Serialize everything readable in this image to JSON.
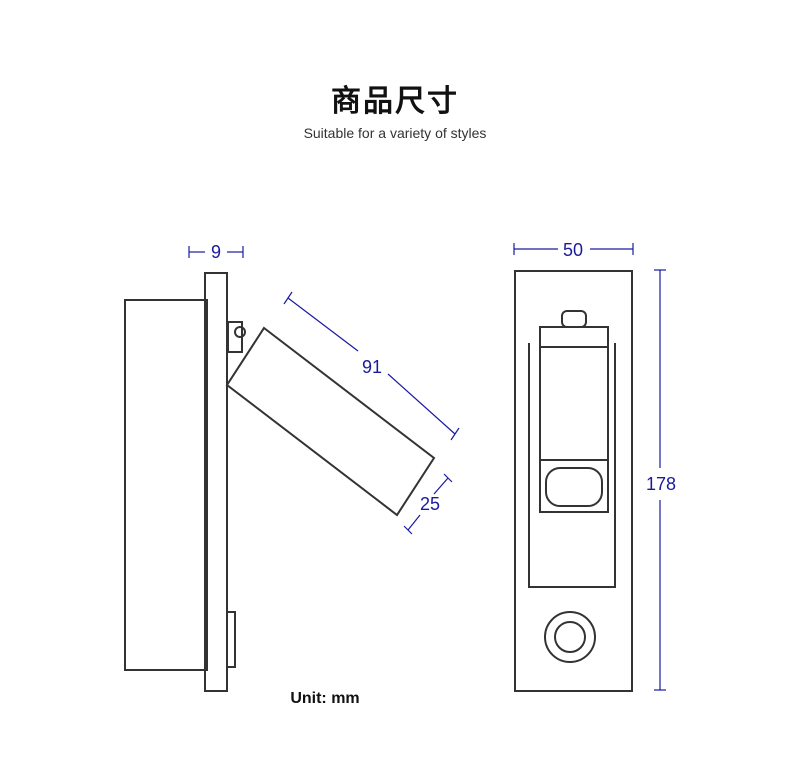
{
  "header": {
    "title": "商品尺寸",
    "subtitle": "Suitable for a variety of styles"
  },
  "dimensions": {
    "plate_thickness": "9",
    "arm_length": "91",
    "head_diameter": "25",
    "width": "50",
    "height": "178"
  },
  "unit_label": "Unit: mm",
  "colors": {
    "dimension": "#1a1aa0",
    "outline": "#333333"
  }
}
